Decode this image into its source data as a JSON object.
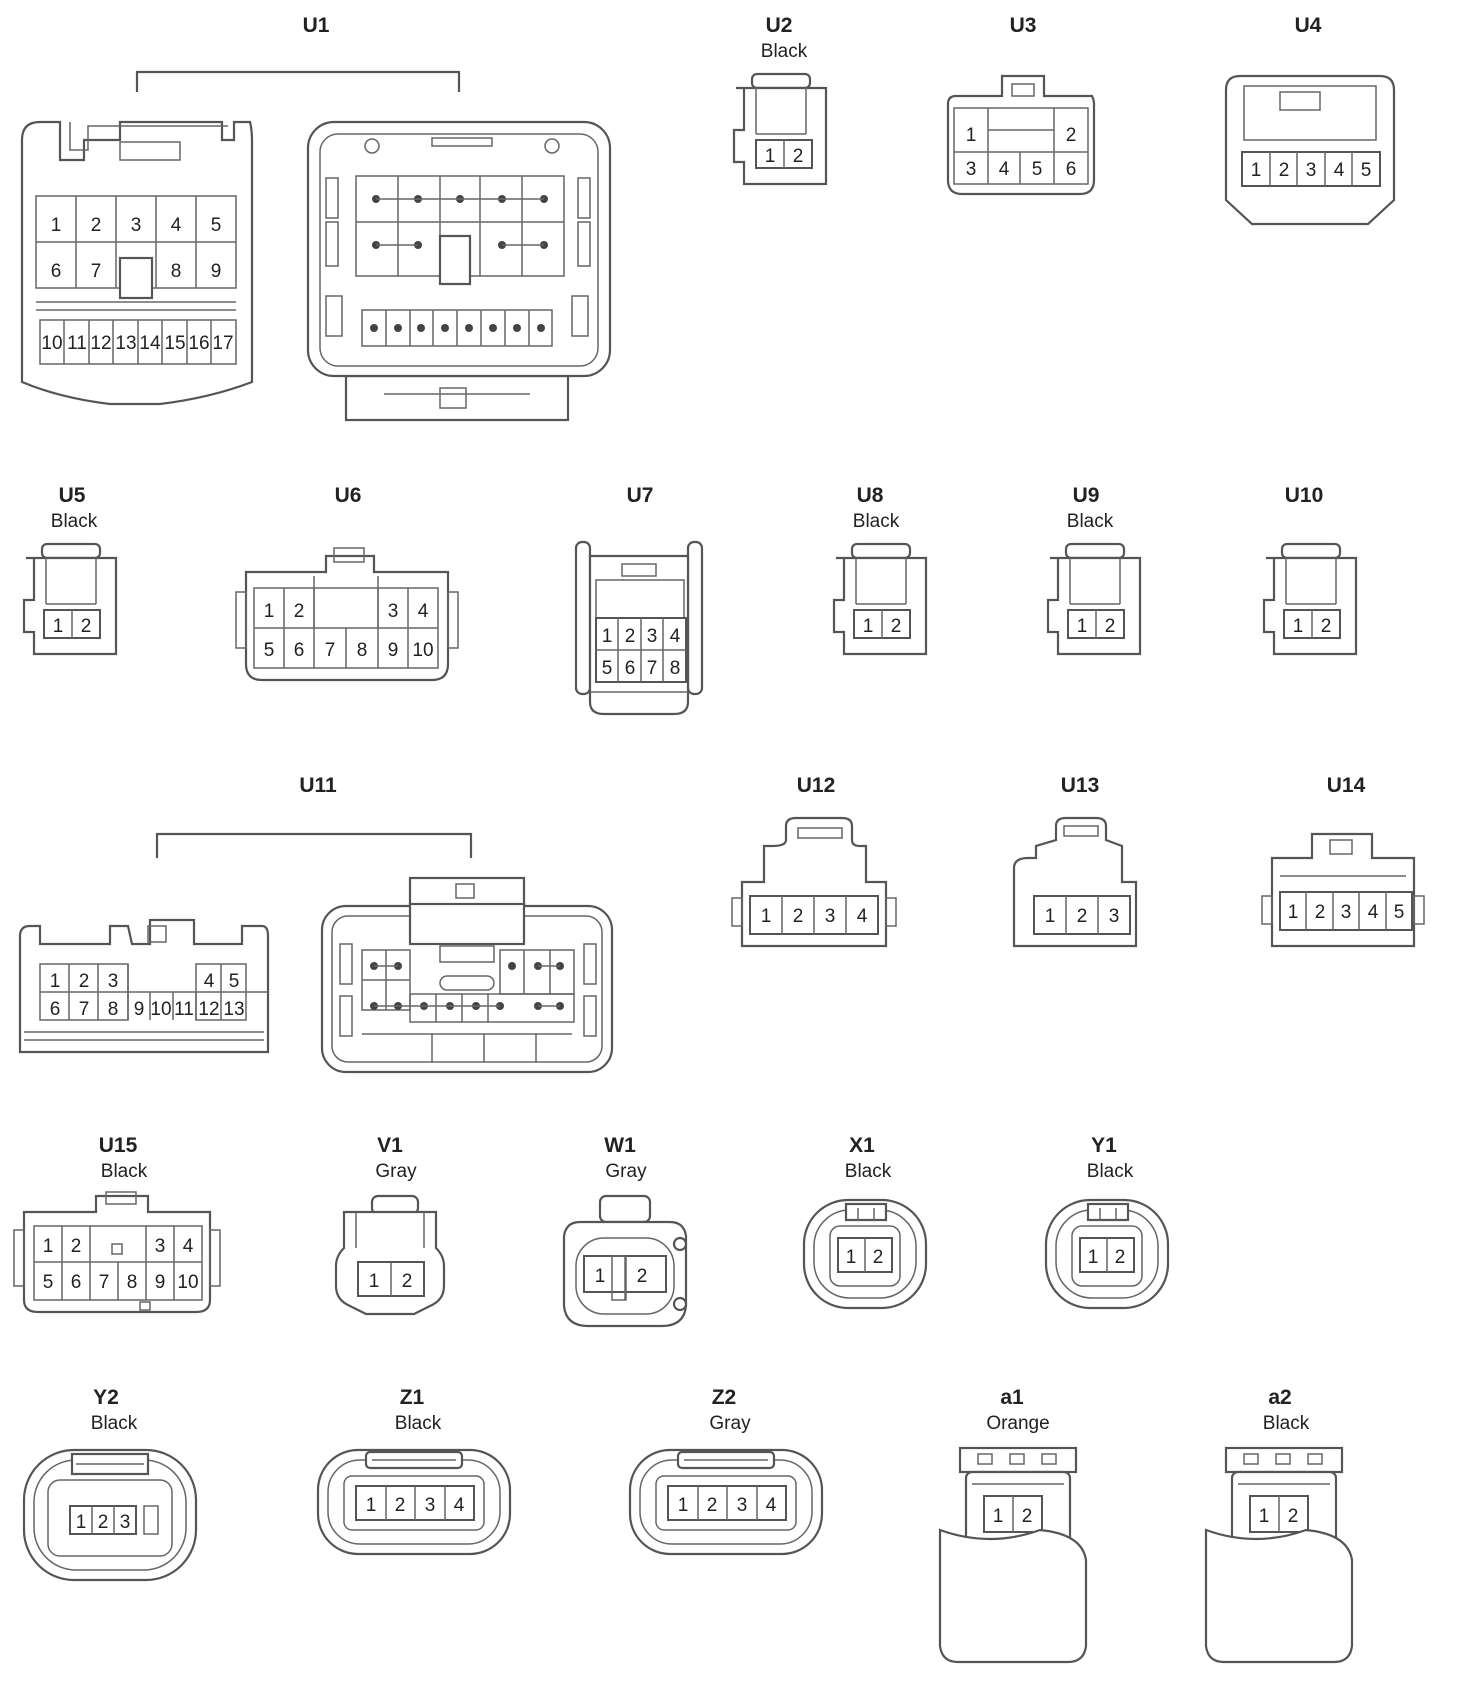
{
  "connectors": [
    {
      "id": "U1",
      "color": "",
      "pins": [
        "1",
        "2",
        "3",
        "4",
        "5",
        "6",
        "7",
        "8",
        "9",
        "10",
        "11",
        "12",
        "13",
        "14",
        "15",
        "16",
        "17"
      ]
    },
    {
      "id": "U2",
      "color": "Black",
      "pins": [
        "1",
        "2"
      ]
    },
    {
      "id": "U3",
      "color": "",
      "pins": [
        "1",
        "2",
        "3",
        "4",
        "5",
        "6"
      ]
    },
    {
      "id": "U4",
      "color": "",
      "pins": [
        "1",
        "2",
        "3",
        "4",
        "5"
      ]
    },
    {
      "id": "U5",
      "color": "Black",
      "pins": [
        "1",
        "2"
      ]
    },
    {
      "id": "U6",
      "color": "",
      "pins": [
        "1",
        "2",
        "3",
        "4",
        "5",
        "6",
        "7",
        "8",
        "9",
        "10"
      ]
    },
    {
      "id": "U7",
      "color": "",
      "pins": [
        "1",
        "2",
        "3",
        "4",
        "5",
        "6",
        "7",
        "8"
      ]
    },
    {
      "id": "U8",
      "color": "Black",
      "pins": [
        "1",
        "2"
      ]
    },
    {
      "id": "U9",
      "color": "Black",
      "pins": [
        "1",
        "2"
      ]
    },
    {
      "id": "U10",
      "color": "",
      "pins": [
        "1",
        "2"
      ]
    },
    {
      "id": "U11",
      "color": "",
      "pins": [
        "1",
        "2",
        "3",
        "4",
        "5",
        "6",
        "7",
        "8",
        "9",
        "10",
        "11",
        "12",
        "13"
      ]
    },
    {
      "id": "U12",
      "color": "",
      "pins": [
        "1",
        "2",
        "3",
        "4"
      ]
    },
    {
      "id": "U13",
      "color": "",
      "pins": [
        "1",
        "2",
        "3"
      ]
    },
    {
      "id": "U14",
      "color": "",
      "pins": [
        "1",
        "2",
        "3",
        "4",
        "5"
      ]
    },
    {
      "id": "U15",
      "color": "Black",
      "pins": [
        "1",
        "2",
        "3",
        "4",
        "5",
        "6",
        "7",
        "8",
        "9",
        "10"
      ]
    },
    {
      "id": "V1",
      "color": "Gray",
      "pins": [
        "1",
        "2"
      ]
    },
    {
      "id": "W1",
      "color": "Gray",
      "pins": [
        "1",
        "2"
      ]
    },
    {
      "id": "X1",
      "color": "Black",
      "pins": [
        "1",
        "2"
      ]
    },
    {
      "id": "Y1",
      "color": "Black",
      "pins": [
        "1",
        "2"
      ]
    },
    {
      "id": "Y2",
      "color": "Black",
      "pins": [
        "1",
        "2",
        "3"
      ]
    },
    {
      "id": "Z1",
      "color": "Black",
      "pins": [
        "1",
        "2",
        "3",
        "4"
      ]
    },
    {
      "id": "Z2",
      "color": "Gray",
      "pins": [
        "1",
        "2",
        "3",
        "4"
      ]
    },
    {
      "id": "a1",
      "color": "Orange",
      "pins": [
        "1",
        "2"
      ]
    },
    {
      "id": "a2",
      "color": "Black",
      "pins": [
        "1",
        "2"
      ]
    }
  ]
}
